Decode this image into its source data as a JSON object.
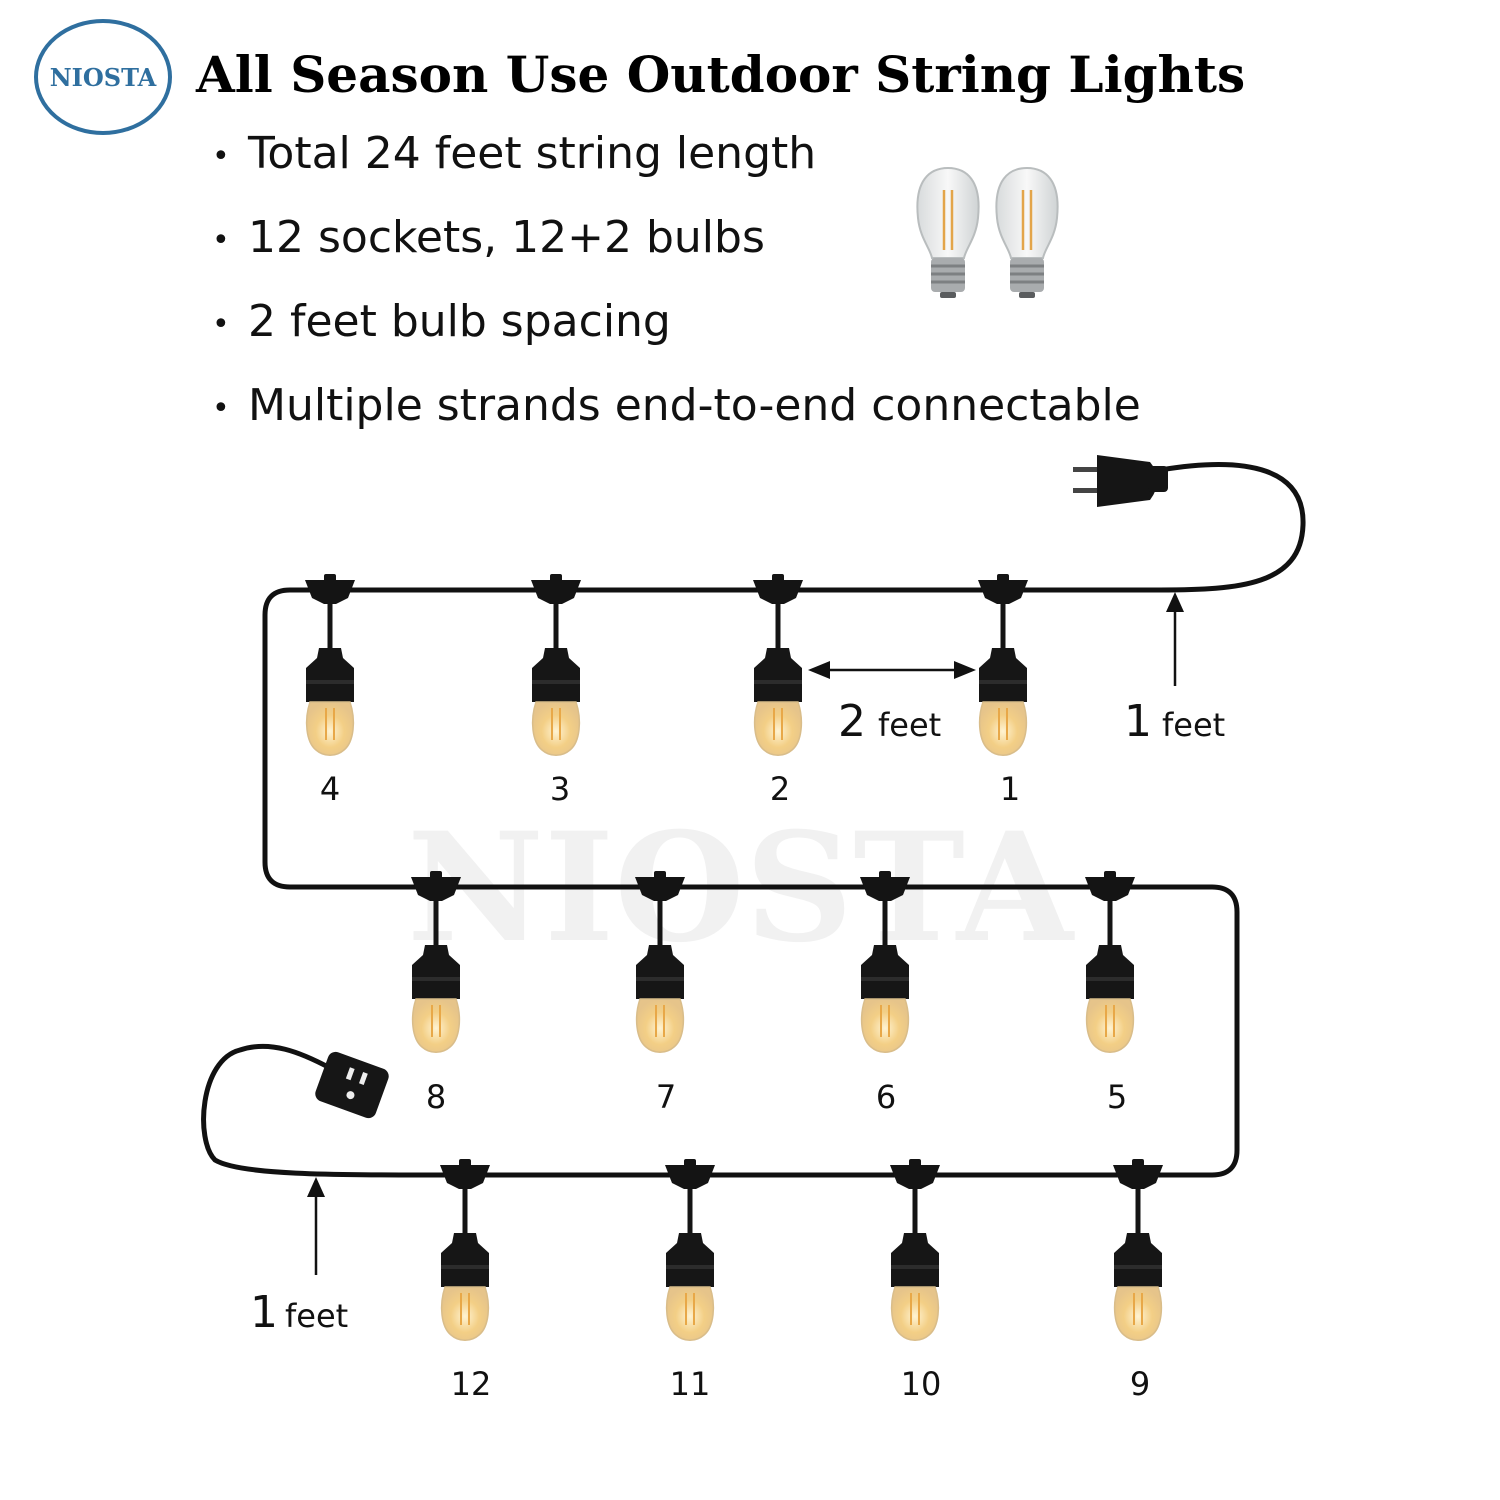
{
  "brand": {
    "logo_text": "NIOSTA",
    "watermark": "NIOSTA",
    "accent": "#2f6f9f"
  },
  "title": "All Season Use Outdoor String Lights",
  "features": [
    "Total 24 feet string length",
    "12 sockets, 12+2 bulbs",
    "2 feet bulb spacing",
    "Multiple strands end-to-end connectable"
  ],
  "dimensions": {
    "spacing": {
      "value": "2",
      "unit": "feet"
    },
    "lead_top": {
      "value": "1",
      "unit": "feet"
    },
    "lead_bottom": {
      "value": "1",
      "unit": "feet"
    }
  },
  "bulb_labels": [
    "1",
    "2",
    "3",
    "4",
    "5",
    "6",
    "7",
    "8",
    "9",
    "10",
    "11",
    "12"
  ],
  "colors": {
    "cable": "#111111",
    "bulb_glow": "#f6d79a",
    "bulb_glass": "#e9eaea"
  }
}
